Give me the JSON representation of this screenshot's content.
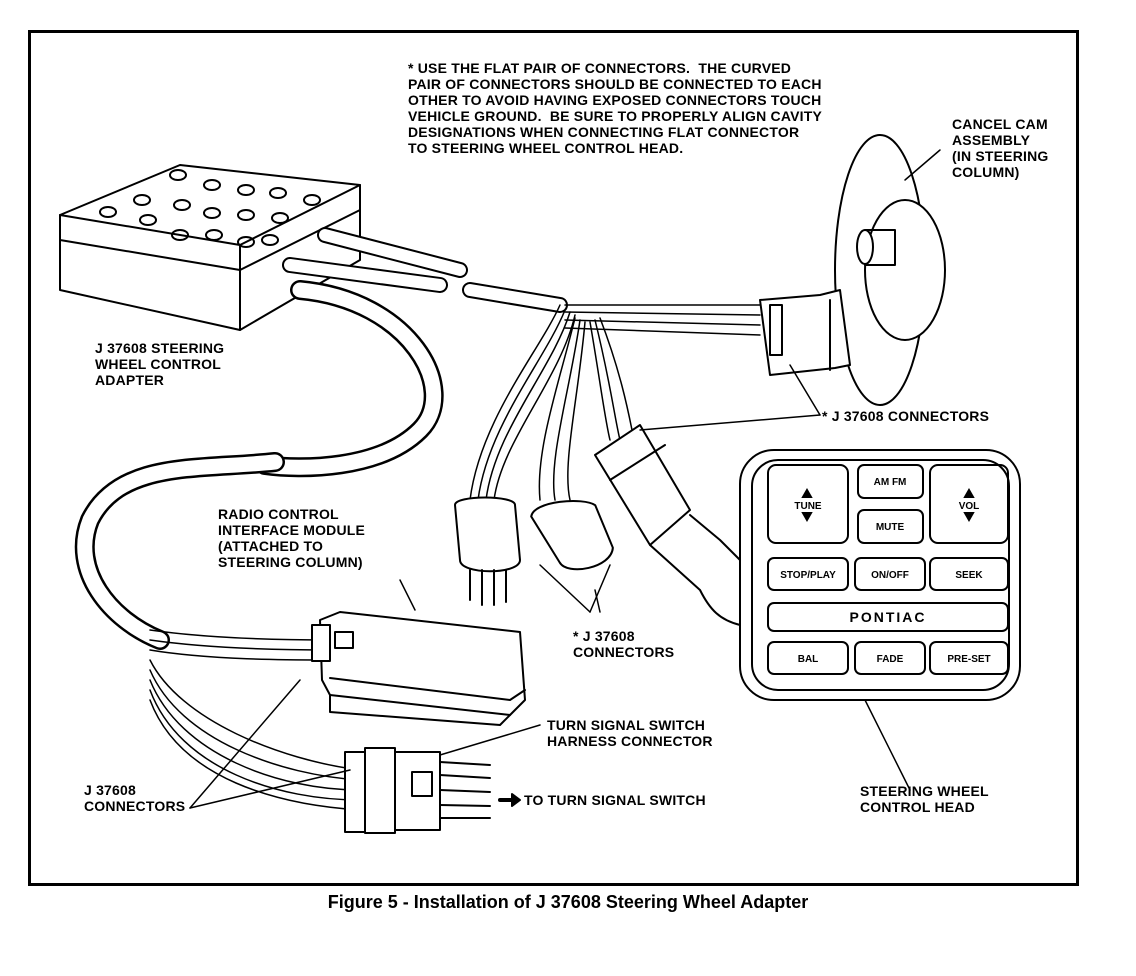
{
  "note": "* USE THE FLAT PAIR OF CONNECTORS.  THE CURVED\nPAIR OF CONNECTORS SHOULD BE CONNECTED TO EACH\nOTHER TO AVOID HAVING EXPOSED CONNECTORS TOUCH\nVEHICLE GROUND.  BE SURE TO PROPERLY ALIGN CAVITY\nDESIGNATIONS WHEN CONNECTING FLAT CONNECTOR\nTO STEERING WHEEL CONTROL HEAD.",
  "labels": {
    "cancel_cam": "CANCEL CAM\nASSEMBLY\n(IN STEERING\nCOLUMN)",
    "adapter": "J 37608 STEERING\nWHEEL CONTROL\nADAPTER",
    "connectors_right": "* J 37608 CONNECTORS",
    "radio_module": "RADIO CONTROL\nINTERFACE MODULE\n(ATTACHED TO\nSTEERING COLUMN)",
    "connectors_mid": "* J 37608\nCONNECTORS",
    "turn_signal_harness": "TURN SIGNAL SWITCH\nHARNESS CONNECTOR",
    "connectors_left": "J 37608\nCONNECTORS",
    "to_turn_signal": "TO TURN SIGNAL SWITCH",
    "control_head": "STEERING WHEEL\nCONTROL HEAD"
  },
  "control_head_buttons": {
    "tune": "TUNE",
    "am_fm": "AM FM",
    "mute": "MUTE",
    "vol": "VOL",
    "stop_play": "STOP/PLAY",
    "on_off": "ON/OFF",
    "seek": "SEEK",
    "pontiac": "PONTIAC",
    "bal": "BAL",
    "fade": "FADE",
    "pre_set": "PRE-SET"
  },
  "caption": "Figure 5 - Installation of J 37608 Steering Wheel Adapter"
}
